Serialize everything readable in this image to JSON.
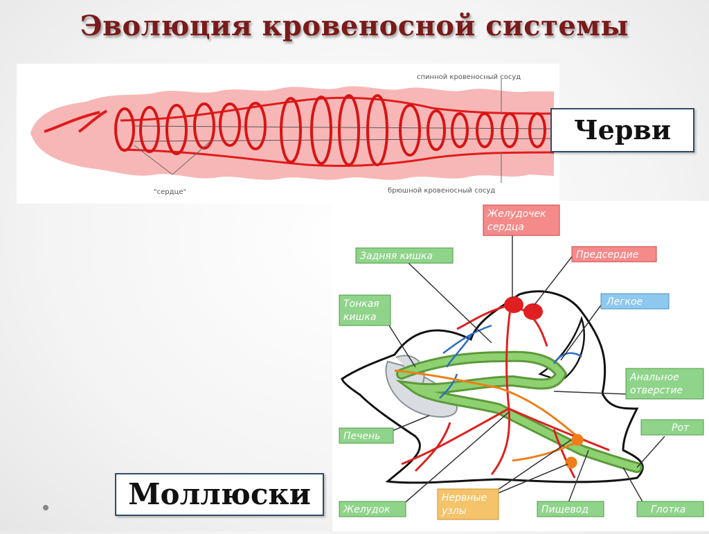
{
  "slide": {
    "title": "Эволюция кровеносной системы"
  },
  "worm_figure": {
    "label_dorsal_vessel": "спинной кровеносный сосуд",
    "label_hearts": "\"сердце\"",
    "label_ventral_vessel": "брюшной кровеносный сосуд",
    "caption_box": "Черви"
  },
  "mollusk_figure": {
    "labels": {
      "ventricle": [
        "Желудочек",
        "сердца"
      ],
      "hindgut": "Задняя кишка",
      "atrium": "Предсердие",
      "small_intestine": [
        "Тонкая",
        "кишка"
      ],
      "lung": "Легкое",
      "anal_opening": [
        "Анальное",
        "отверстие"
      ],
      "mouth": "Рот",
      "liver": "Печень",
      "stomach": "Желудок",
      "nerve_nodes": [
        "Нервные",
        "узлы"
      ],
      "esophagus": "Пищевод",
      "pharynx": "Глотка"
    },
    "caption_box": "Моллюски"
  },
  "colors": {
    "title": "#7a1a1a",
    "heart_label_fill": "#f58a8a",
    "digestive_label_fill": "#8fd48a",
    "lung_label_fill": "#8ec8ef",
    "nerve_label_fill": "#f5c36a",
    "worm_body": "#f7b7b7",
    "worm_vessel": "#e11b1b"
  }
}
